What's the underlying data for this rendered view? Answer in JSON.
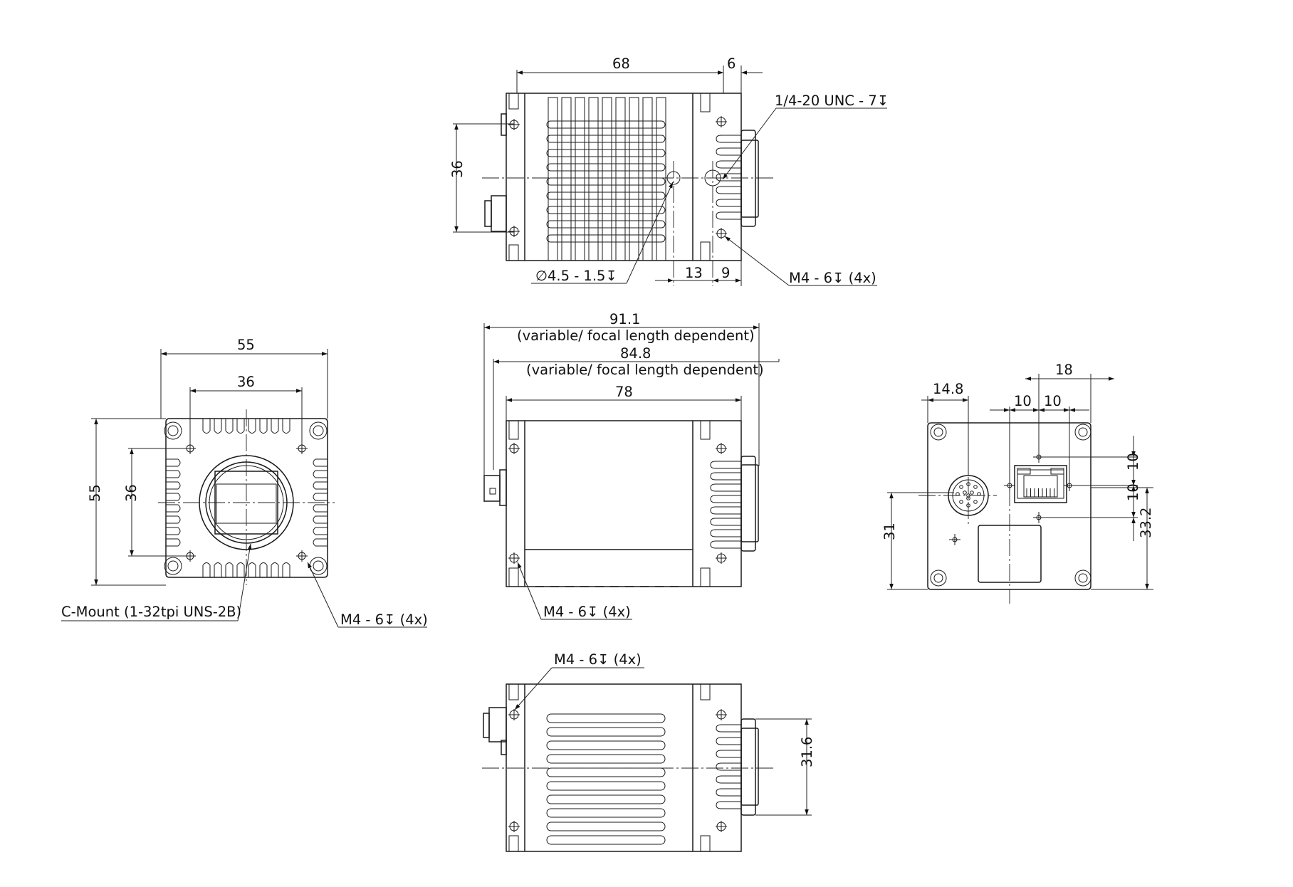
{
  "dimensions": {
    "top_view": {
      "d68": "68",
      "d6": "6",
      "d36": "36",
      "thread_note": "1/4-20 UNC - 7↧",
      "hole_note": "∅4.5 - 1.5↧",
      "d13": "13",
      "d9": "9",
      "mount_note": "M4 - 6↧ (4x)"
    },
    "front_view": {
      "d55_w": "55",
      "d36_w": "36",
      "d55_h": "55",
      "d36_h": "36",
      "lens_mount_note": "C-Mount (1-32tpi UNS-2B)",
      "mount_note": "M4 - 6↧ (4x)"
    },
    "side_view": {
      "d91": "91.1",
      "d91_note": "(variable/ focal length dependent)",
      "d84": "84.8",
      "d84_note": "(variable/ focal length dependent)",
      "d78": "78",
      "mount_note": "M4 - 6↧ (4x)"
    },
    "rear_view": {
      "d14": "14.8",
      "d18": "18",
      "d10a": "10",
      "d10b": "10",
      "d10c": "10",
      "d10d": "10",
      "d31": "31",
      "d33": "33.2"
    },
    "bottom_view": {
      "mount_note": "M4 - 6↧ (4x)",
      "d31_6": "31.6"
    }
  }
}
